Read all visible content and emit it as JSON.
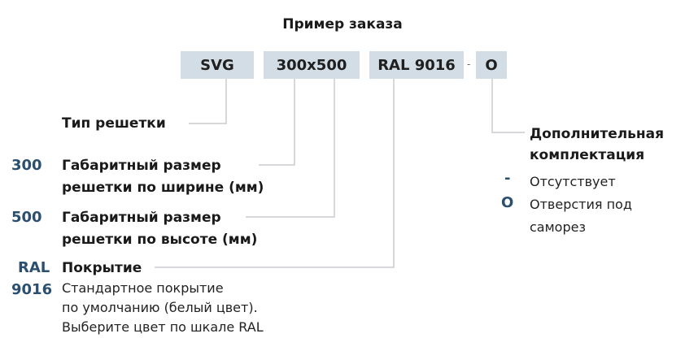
{
  "title": "Пример заказа",
  "order": {
    "type": "SVG",
    "size": "300x500",
    "color": "RAL 9016",
    "separator": "-",
    "option": "O"
  },
  "grille_type": {
    "label": "Тип решетки"
  },
  "width": {
    "code": "300",
    "label_line1": "Габаритный размер",
    "label_line2": "решетки по ширине (мм)"
  },
  "height": {
    "code": "500",
    "label_line1": "Габаритный размер",
    "label_line2": "решетки по высоте (мм)"
  },
  "coating": {
    "code_line1": "RAL",
    "code_line2": "9016",
    "label": "Покрытие",
    "desc_line1": "Стандартное покрытие",
    "desc_line2": "по умолчанию (белый цвет).",
    "desc_line3": "Выберите цвет по шкале RAL"
  },
  "extras": {
    "label_line1": "Дополнительная",
    "label_line2": "комплектация",
    "options": [
      {
        "code": "-",
        "text_line1": "Отсутствует",
        "text_line2": ""
      },
      {
        "code": "O",
        "text_line1": "Отверстия под",
        "text_line2": "саморез"
      }
    ]
  },
  "colors": {
    "box": "#d3dde6",
    "line": "#c8ccd0",
    "code": "#2b4f6e"
  }
}
